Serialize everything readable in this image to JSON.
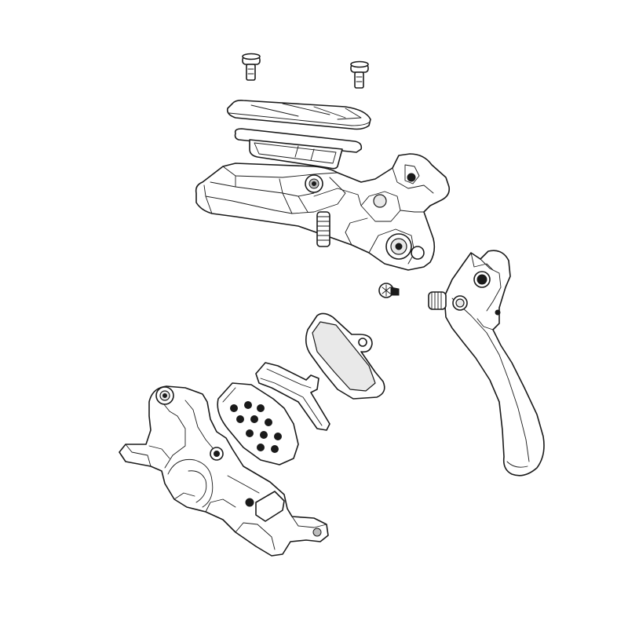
{
  "diagram": {
    "parts": [
      {
        "id": "bolt-left",
        "icon": "bolt-icon"
      },
      {
        "id": "bolt-right",
        "icon": "bolt-icon"
      },
      {
        "id": "reservoir-cap",
        "icon": "cap-icon"
      },
      {
        "id": "reservoir-diaphragm",
        "icon": "diaphragm-icon"
      },
      {
        "id": "master-cylinder",
        "icon": "lever-body-icon"
      },
      {
        "id": "pivot-screw",
        "icon": "screw-icon"
      },
      {
        "id": "brake-lever-blade",
        "icon": "lever-blade-icon"
      },
      {
        "id": "brake-pad-back",
        "icon": "brake-pad-icon"
      },
      {
        "id": "pad-spring",
        "icon": "spring-clip-icon"
      },
      {
        "id": "brake-pad-front",
        "icon": "brake-pad-icon"
      },
      {
        "id": "caliper",
        "icon": "caliper-icon"
      }
    ],
    "colors": {
      "line": "#1a1a1a",
      "fill": "#ffffff",
      "shade": "#e9e9e9",
      "dark": "#1a1a1a"
    }
  }
}
